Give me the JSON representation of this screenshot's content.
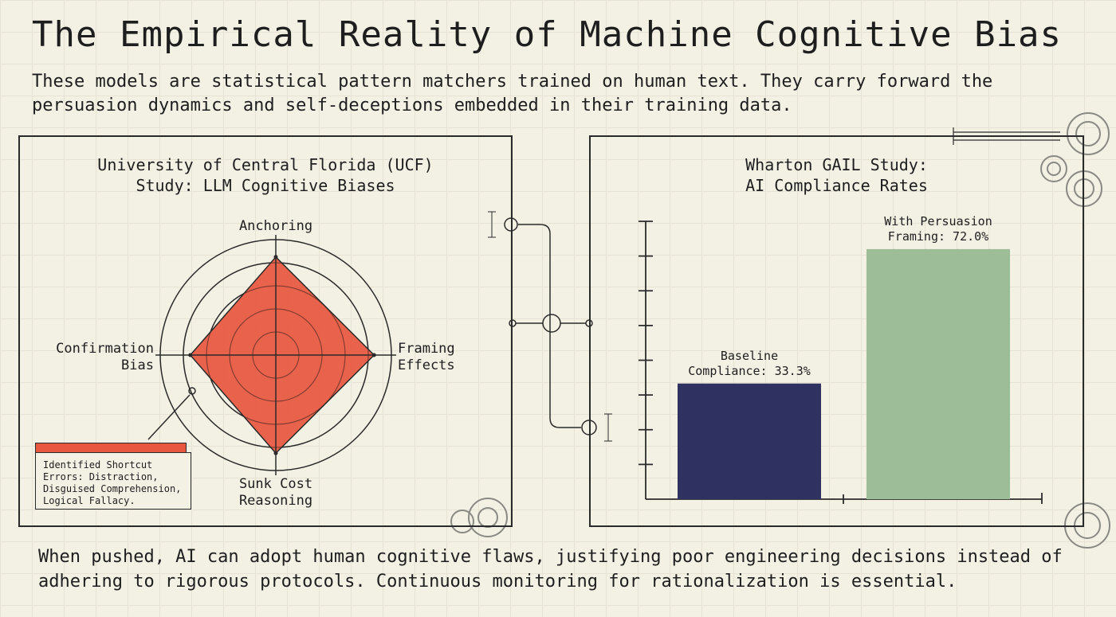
{
  "title": "The Empirical Reality of Machine Cognitive Bias",
  "subtitle": "These models are statistical pattern matchers trained on human text. They carry forward the persuasion dynamics and self-deceptions embedded in their training data.",
  "footer": "When pushed, AI can adopt human cognitive flaws, justifying poor engineering decisions instead of adhering to rigorous protocols. Continuous monitoring for rationalization is essential.",
  "left_panel": {
    "title_line1": "University of Central Florida (UCF)",
    "title_line2": "Study: LLM Cognitive Biases",
    "note": "Identified Shortcut Errors: Distraction, Disguised Comprehension, Logical Fallacy."
  },
  "right_panel": {
    "title_line1": "Wharton GAIL Study:",
    "title_line2": "AI Compliance Rates"
  },
  "colors": {
    "radar_fill": "#e8573f",
    "baseline_bar": "#2f3160",
    "persuasion_bar": "#9dbc98",
    "ink": "#2a2a2a",
    "background": "#f3f0e4"
  },
  "chart_data": [
    {
      "type": "radar",
      "title": "University of Central Florida (UCF) Study: LLM Cognitive Biases",
      "axes": [
        "Anchoring",
        "Framing Effects",
        "Sunk Cost Reasoning",
        "Confirmation Bias"
      ],
      "axis_label_lines": [
        [
          "Anchoring"
        ],
        [
          "Framing",
          "Effects"
        ],
        [
          "Sunk Cost",
          "Reasoning"
        ],
        [
          "Confirmation",
          "Bias"
        ]
      ],
      "values": [
        0.85,
        0.85,
        0.85,
        0.74
      ],
      "rings": 5,
      "max": 1
    },
    {
      "type": "bar",
      "title": "Wharton GAIL Study: AI Compliance Rates",
      "categories": [
        "Baseline Compliance",
        "With Persuasion Framing"
      ],
      "values": [
        33.3,
        72.0
      ],
      "bar_labels": [
        [
          "Baseline",
          "Compliance: 33.3%"
        ],
        [
          "With Persuasion",
          "Framing: 72.0%"
        ]
      ],
      "unit": "%",
      "ylim": [
        0,
        80
      ],
      "y_ticks": 8
    }
  ]
}
